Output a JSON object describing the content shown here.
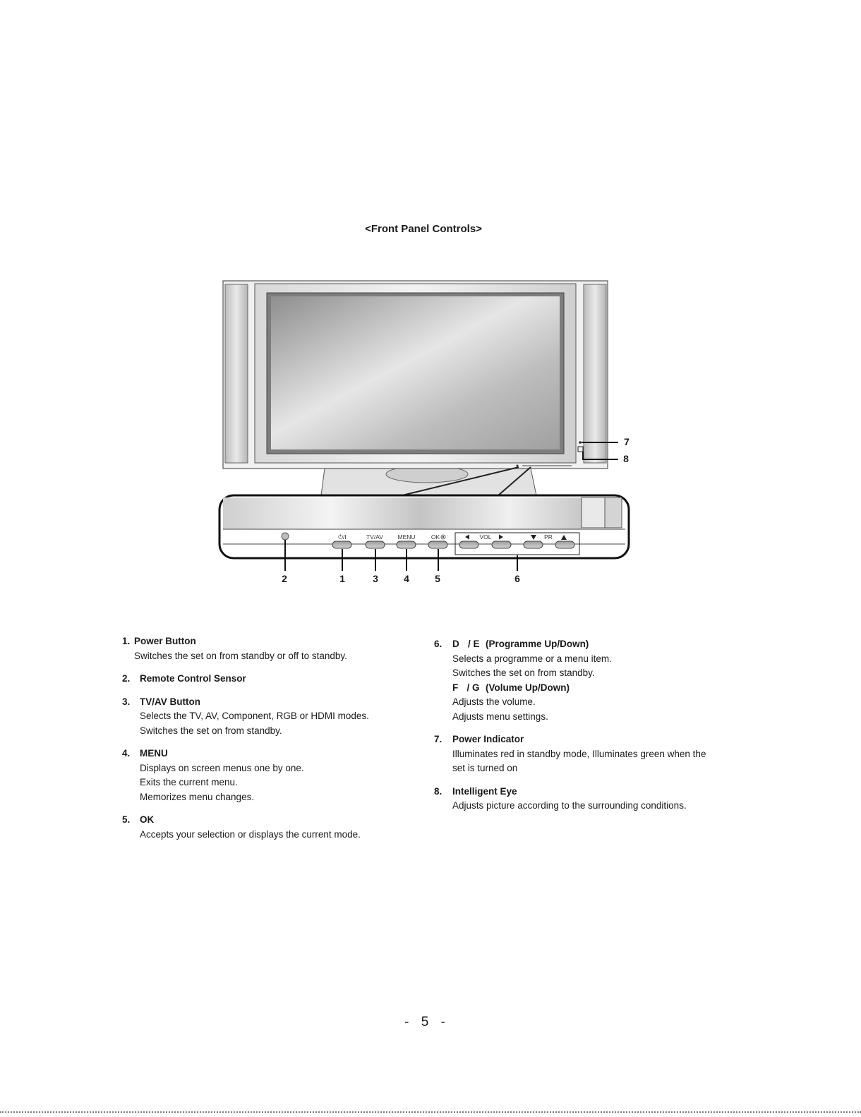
{
  "title": "<Front Panel Controls>",
  "panel_labels": {
    "power": "⏻/I",
    "tvav": "TV/AV",
    "menu": "MENU",
    "ok": "OK",
    "vol": "VOL",
    "pr": "PR"
  },
  "callouts": [
    "2",
    "1",
    "3",
    "4",
    "5",
    "6",
    "7",
    "8"
  ],
  "left_items": [
    {
      "num": "1.",
      "title": "Power Button",
      "lines": [
        "Switches the set on from standby or off to standby."
      ]
    },
    {
      "num": "2.",
      "title": "Remote Control Sensor",
      "lines": []
    },
    {
      "num": "3.",
      "title": "TV/AV Button",
      "lines": [
        "Selects the TV, AV, Component, RGB or HDMI modes.",
        "Switches the set on from standby."
      ]
    },
    {
      "num": "4.",
      "title": "MENU",
      "lines": [
        "Displays on screen menus one by one.",
        "Exits the current menu.",
        "Memorizes menu changes."
      ]
    },
    {
      "num": "5.",
      "title": "OK",
      "lines": [
        "Accepts your selection or displays the current mode."
      ]
    }
  ],
  "right_items": {
    "item6": {
      "num": "6.",
      "sym_a": "D",
      "sym_b": "E",
      "title_a": "(Programme Up/Down)",
      "lines_a": [
        "Selects a programme or a menu item.",
        "Switches the set on from standby."
      ],
      "sym_c": "F",
      "sym_d": "G",
      "title_b": "(Volume Up/Down)",
      "lines_b": [
        "Adjusts the volume.",
        "Adjusts menu settings."
      ]
    },
    "item7": {
      "num": "7.",
      "title": "Power Indicator",
      "lines": [
        "Illuminates red in standby mode, Illuminates green when the",
        "set is turned on"
      ]
    },
    "item8": {
      "num": "8.",
      "title": "Intelligent Eye",
      "lines": [
        "Adjusts picture according to the surrounding conditions."
      ]
    }
  },
  "page_number": "- 5 -"
}
